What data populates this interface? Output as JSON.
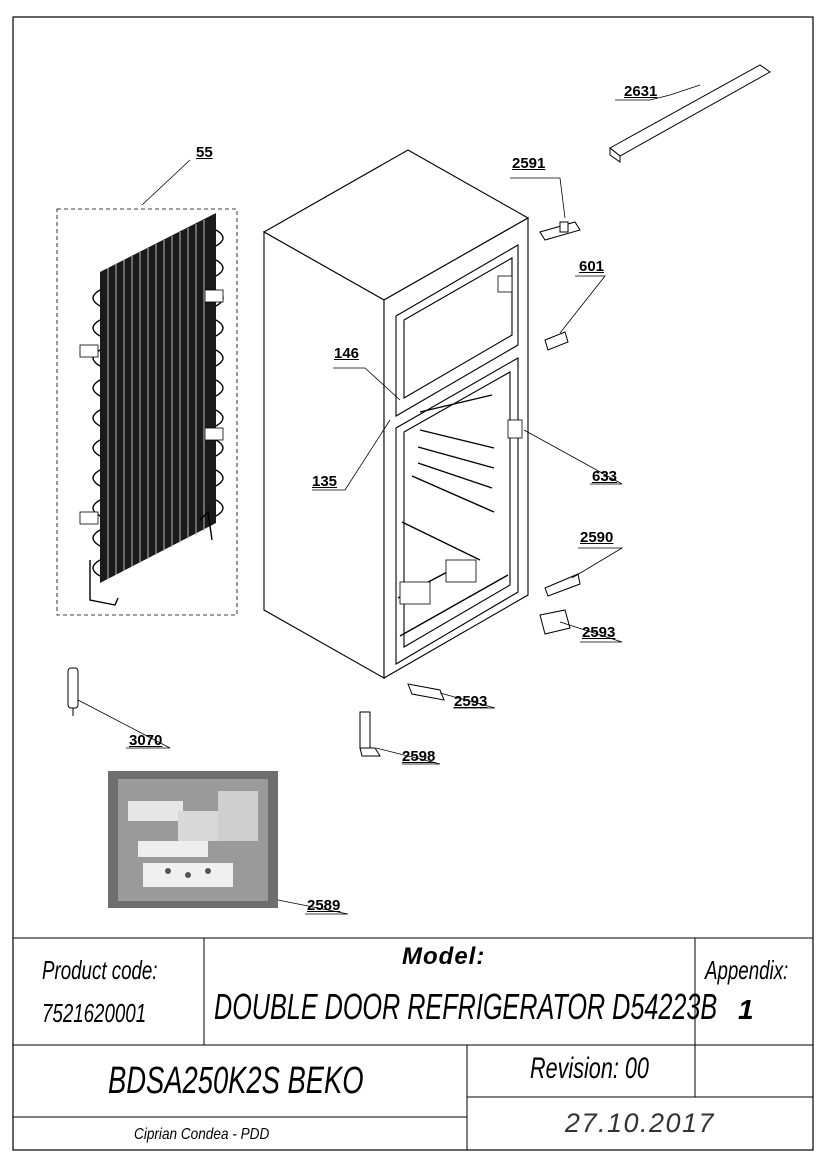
{
  "callouts": {
    "c2631": "2631",
    "c2591": "2591",
    "c55": "55",
    "c601": "601",
    "c146": "146",
    "c633": "633",
    "c135": "135",
    "c2590": "2590",
    "c2593a": "2593",
    "c2593b": "2593",
    "c3070": "3070",
    "c2598": "2598",
    "c2589": "2589"
  },
  "title_block": {
    "product_code_label": "Product code:",
    "product_code": "7521620001",
    "model_label": "Model:",
    "model": "DOUBLE DOOR REFRIGERATOR D54223B",
    "appendix_label": "Appendix:",
    "appendix": "1",
    "part_name": "BDSA250K2S BEKO",
    "revision": "Revision: 00",
    "author": "Ciprian Condea - PDD",
    "date": "27.10.2017"
  },
  "colors": {
    "line": "#000000",
    "cabinet_fill": "#ffffff",
    "coil_fill": "#1a1a1a",
    "photo_bg": "#6e6e6e"
  }
}
